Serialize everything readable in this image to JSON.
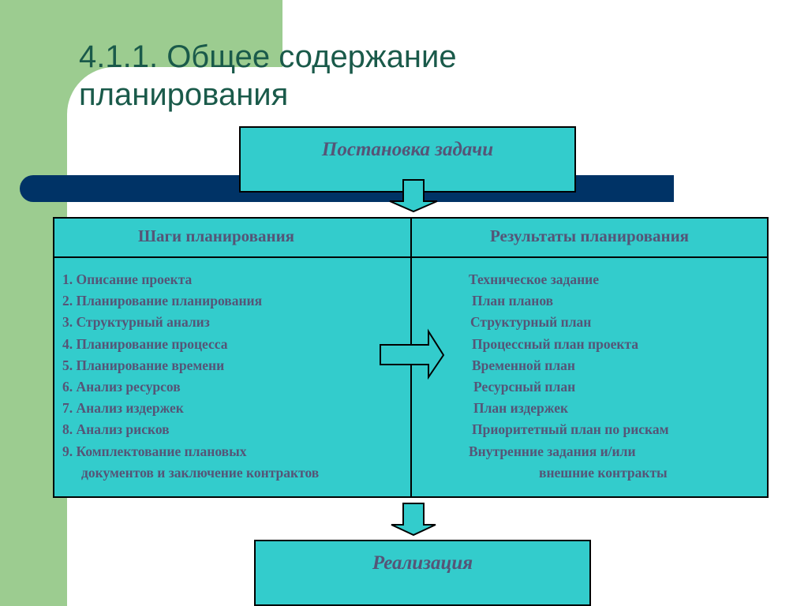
{
  "title": {
    "line1": "4.1.1. Общее содержание",
    "line2": "планирования"
  },
  "top_box": {
    "label": "Постановка задачи"
  },
  "table": {
    "left_header": "Шаги планирования",
    "right_header": "Результаты планирования",
    "steps": [
      "1. Описание проекта",
      "2. Планирование планирования",
      "3. Структурный анализ",
      "4. Планирование процесса",
      "5. Планирование времени",
      "6. Анализ ресурсов",
      "7. Анализ издержек",
      "8. Анализ рисков",
      "9. Комплектование плановых",
      "документов и заключение контрактов"
    ],
    "results": [
      "Техническое задание",
      "План планов",
      "Структурный план",
      "Процессный план проекта",
      "Временной план",
      "Ресурсный план",
      "План издержек",
      "Приоритетный план по рискам",
      "Внутренние задания и/или",
      "внешние контракты"
    ]
  },
  "bottom_box": {
    "label": "Реализация"
  },
  "colors": {
    "box_fill": "#33cccc",
    "text": "#555577",
    "title": "#1a5a4a",
    "side_band": "#9ccc90",
    "bar": "#003366"
  }
}
